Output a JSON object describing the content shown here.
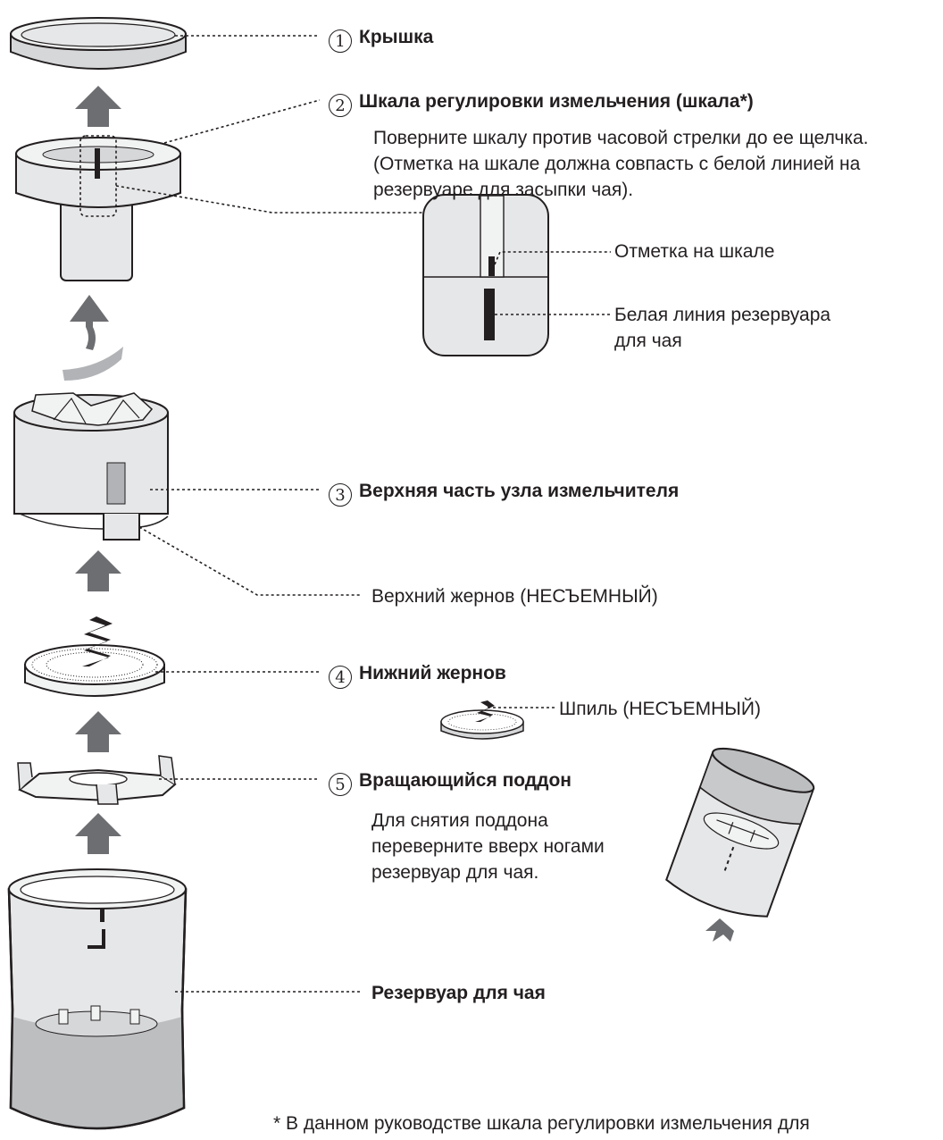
{
  "parts": [
    {
      "num": "1",
      "label": "Крышка"
    },
    {
      "num": "2",
      "label": "Шкала регулировки измельчения (шкала*)",
      "description_lines": [
        "Поверните шкалу против часовой стрелки до ее щелчка.",
        "(Отметка на шкале должна совпасть с белой линией на",
        "резервуаре для засыпки чая)."
      ]
    },
    {
      "num": "3",
      "label": "Верхняя часть узла измельчителя"
    },
    {
      "num": "4",
      "label": "Нижний жернов"
    },
    {
      "num": "5",
      "label": "Вращающийся поддон",
      "description_lines": [
        "Для снятия поддона",
        "переверните вверх ногами",
        "резервуар для чая."
      ]
    },
    {
      "num": "",
      "label": "Резервуар для чая"
    }
  ],
  "callouts": {
    "dial_mark": "Отметка на шкале",
    "white_line_lines": [
      "Белая линия резервуара",
      "для чая"
    ],
    "upper_burr": "Верхний жернов (НЕСЪЕМНЫЙ)",
    "spindle": "Шпиль (НЕСЪЕМНЫЙ)"
  },
  "footnote": "* В данном руководстве шкала регулировки измельчения для",
  "colors": {
    "part_fill": "#e6e7e8",
    "part_shade": "#c8c9cb",
    "line": "#231f20",
    "arrow": "#6d6e71",
    "base_band": "#bcbec0"
  }
}
